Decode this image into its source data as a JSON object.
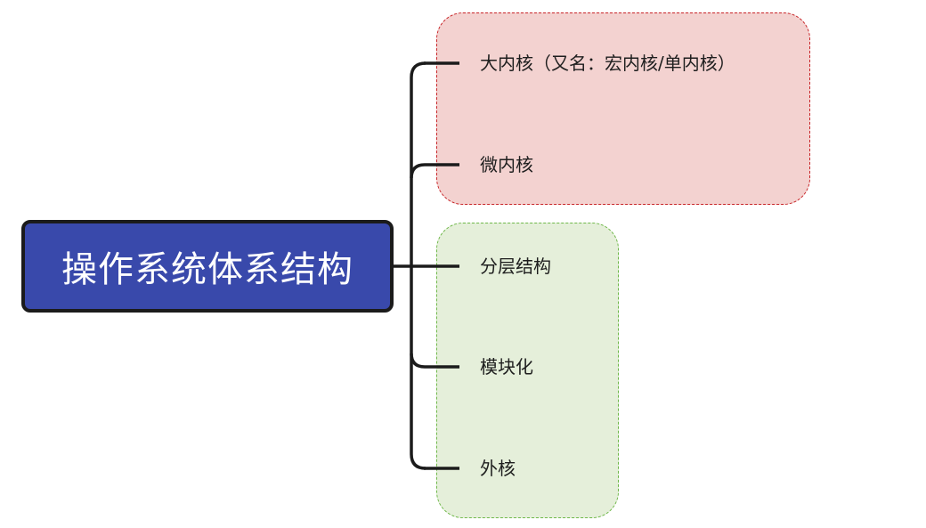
{
  "diagram": {
    "root": {
      "label": "操作系统体系结构",
      "fill": "#3949ab",
      "text_color": "#ffffff"
    },
    "branches": [
      {
        "label": "大内核（又名：宏内核/单内核）",
        "group": "red"
      },
      {
        "label": "微内核",
        "group": "red"
      },
      {
        "label": "分层结构",
        "group": "green"
      },
      {
        "label": "模块化",
        "group": "green"
      },
      {
        "label": "外核",
        "group": "green"
      }
    ],
    "groups": {
      "red": {
        "fill": "#f3d2d0",
        "border": "#c8262a",
        "style": "dashed"
      },
      "green": {
        "fill": "#e5efda",
        "border": "#6fb84a",
        "style": "dashed"
      }
    },
    "connector_color": "#1b1b1b"
  }
}
